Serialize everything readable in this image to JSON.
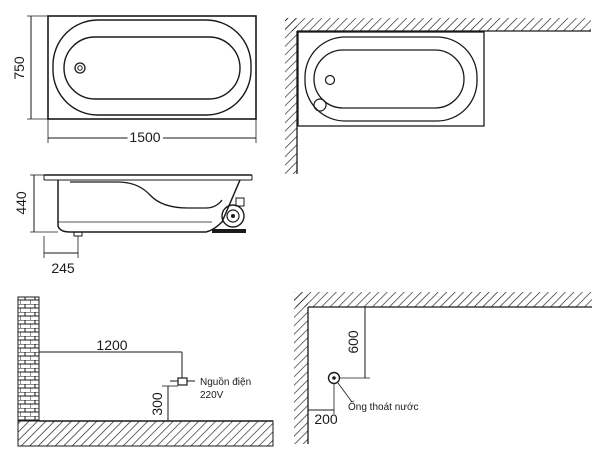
{
  "dimensions": {
    "tub_width": "750",
    "tub_length": "1500",
    "tub_height": "440",
    "foot_offset": "245",
    "power_distance": "1200",
    "power_height": "300",
    "drain_height": "600",
    "drain_offset": "200"
  },
  "labels": {
    "power_source": "Nguồn điện",
    "power_voltage": "220V",
    "drain_pipe": "Ống thoát nước"
  }
}
